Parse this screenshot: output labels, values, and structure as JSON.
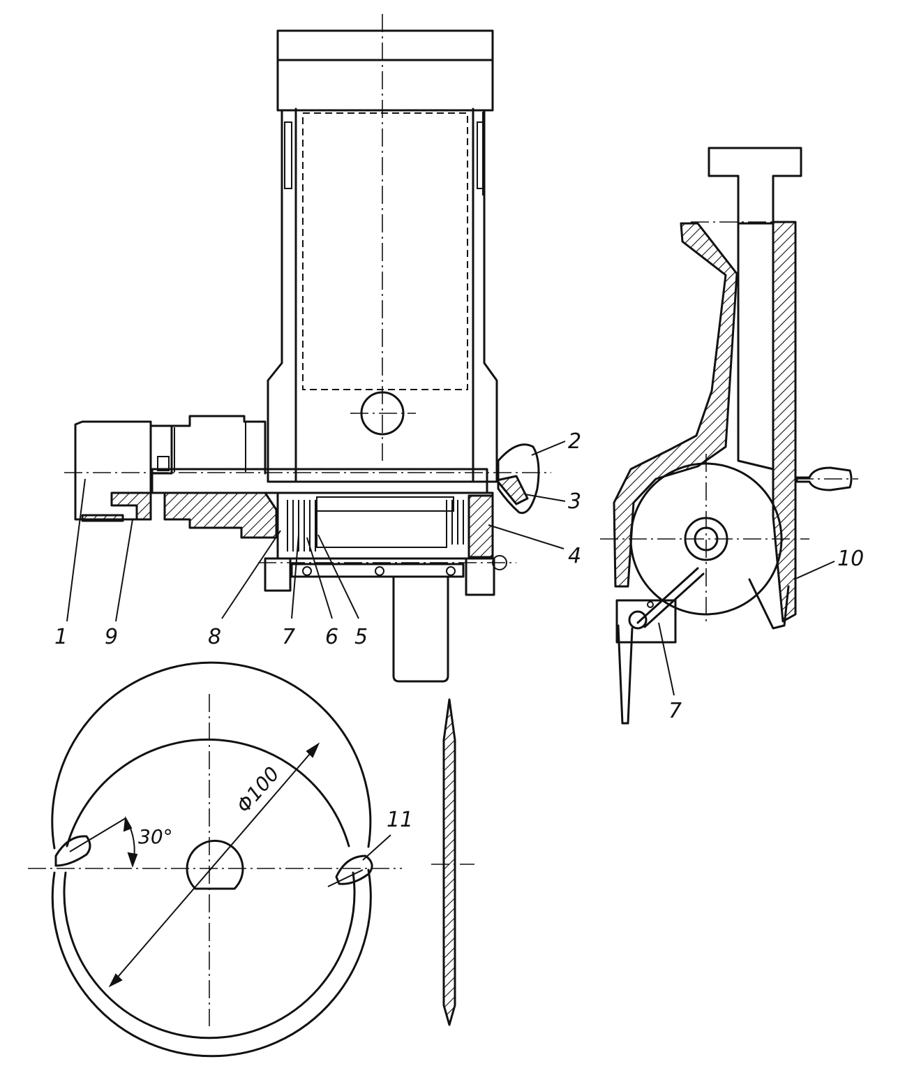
{
  "labels": {
    "l1": "1",
    "l2": "2",
    "l3": "3",
    "l4": "4",
    "l5": "5",
    "l6": "6",
    "l7": "7",
    "l8": "8",
    "l9": "9",
    "l10": "10",
    "l11": "11",
    "l7b": "7"
  },
  "dimensions": {
    "diameter": "Φ100",
    "angle": "30°"
  }
}
